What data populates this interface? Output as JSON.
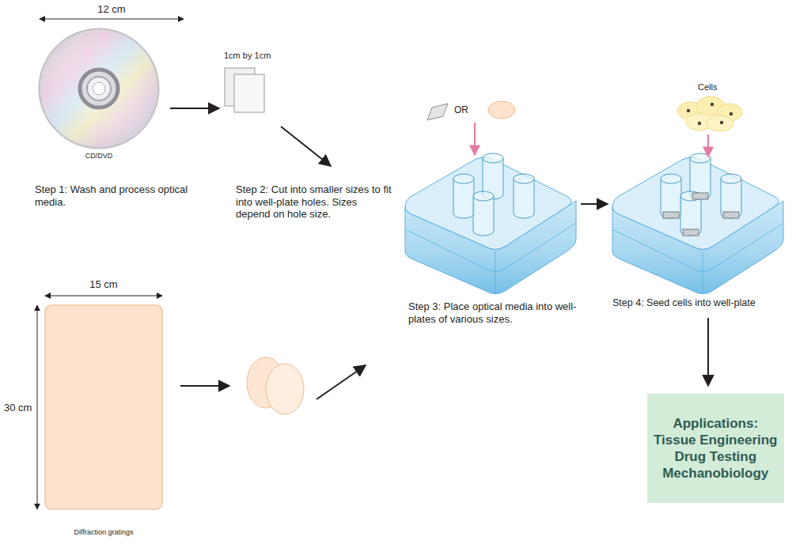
{
  "diagram": {
    "nodes": [
      {
        "text": [
          "Applications:",
          "Tissue Engineering",
          "Drug Testing",
          "Mechanobiology"
        ]
      }
    ],
    "labels": [
      "12 cm",
      "1cm by 1cm",
      "OR",
      "Cells",
      "CD/DVD",
      "Step 1: Wash and process optical media.",
      "Step 2: Cut into smaller sizes to fit into well-plate holes. Sizes depend on hole size.",
      "Step 3: Place optical media into well-plates of various sizes.",
      "Step 4: Seed cells into well-plate",
      "15 cm",
      "30 cm",
      "Diffraction gratings"
    ]
  }
}
